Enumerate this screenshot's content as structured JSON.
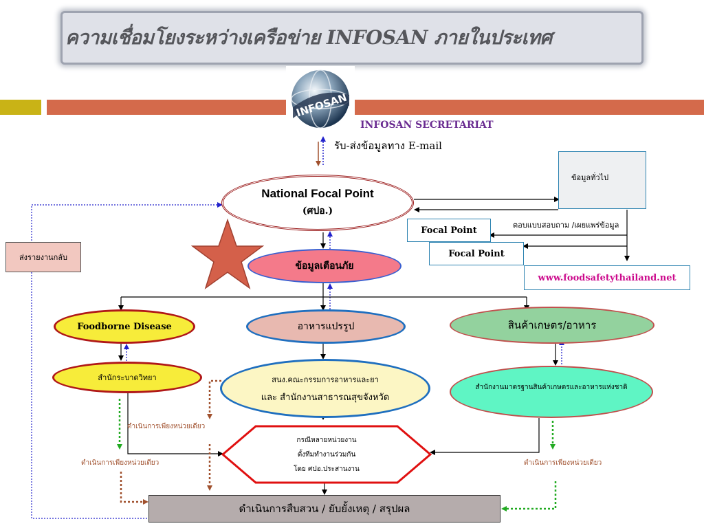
{
  "title": "ความเชื่อมโยงระหว่างเครือข่าย INFOSAN ภายในประเทศ",
  "globe_label": "INFOSAN",
  "secretariat": "INFOSAN SECRETARIAT",
  "email_label": "รับ-ส่งข้อมูลทาง E-mail",
  "national_focal_point": {
    "title": "National Focal Point",
    "sub": "(ศปอ.)"
  },
  "general_info": "ข้อมูลทั่วไป",
  "response_note": "ตอบแบบสอบถาม /เผยแพร่ข้อมูล",
  "focal_point_1": "Focal Point",
  "focal_point_2": "Focal Point",
  "website": "www.foodsafetythailand.net",
  "report_back": "ส่งรายงานกลับ",
  "warning_info": "ข้อมูลเตือนภัย",
  "foodborne": "Foodborne Disease",
  "processed_food": "อาหารแปรรูป",
  "agri_food": "สินค้าเกษตร/อาหาร",
  "epidemiology": "สำนักระบาดวิทยา",
  "fda": {
    "line1": "สนง.คณะกรรมการอาหารและยา",
    "line2": "และ สำนักงานสาธารณสุขจังหวัด"
  },
  "acfs": "สำนักงานมาตรฐานสินค้าเกษตรและอาหารแห่งชาติ",
  "single_unit_center": "ดำเนินการเพียงหน่วยเดียว",
  "single_unit_left": "ดำเนินการเพียงหน่วยเดียว",
  "single_unit_right": "ดำเนินการเพียงหน่วยเดียว",
  "multi_agency": {
    "line1": "กรณีหลายหน่วยงาน",
    "line2": "ตั้งทีมทำงานร่วมกัน",
    "line3": "โดย ศปอ.ประสานงาน"
  },
  "investigation": "ดำเนินการสืบสวน / ยับยั้งเหตุ / สรุปผล",
  "colors": {
    "title_bg": "#dfe1e8",
    "bar_olive": "#c9b316",
    "bar_red": "#d46a4b",
    "secretariat": "#6a2c91",
    "website": "#cc0a8c",
    "nfp_border": "#9b1c1c",
    "warning_fill": "#f47a8a",
    "warning_border": "#3a5fd0",
    "foodborne_fill": "#f7ec3a",
    "foodborne_border": "#b01818",
    "processed_fill": "#e8b9b0",
    "processed_border": "#1f6fbf",
    "agri_fill": "#93d29e",
    "agri_border": "#c0504d",
    "fda_fill": "#fcf6c4",
    "fda_border": "#1f6fbf",
    "acfs_fill": "#5ff5c4",
    "acfs_border": "#c0504d",
    "hexagon_border": "#e01010",
    "investigation_fill": "#b5acac",
    "star_fill": "#d4604a",
    "green_dotted": "#22aa22",
    "brown_dotted": "#a0502d",
    "blue_dotted": "#2222cc",
    "report_fill": "#f2c8c0"
  }
}
